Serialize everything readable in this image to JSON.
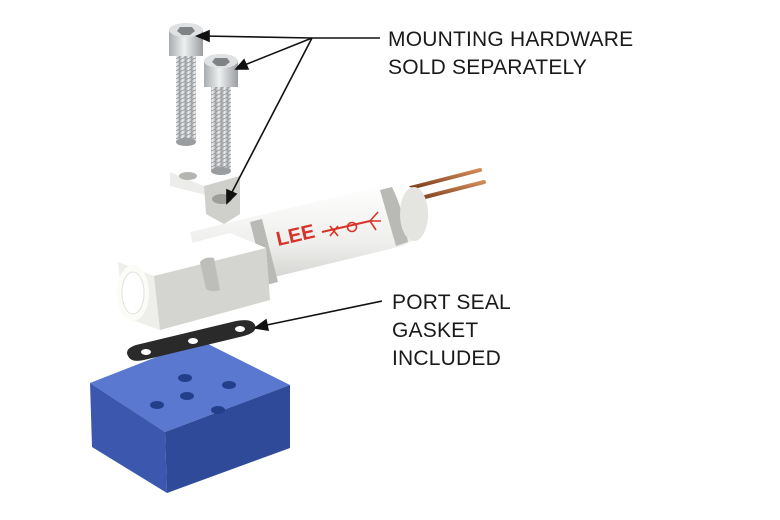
{
  "callouts": {
    "mounting_hardware": [
      "MOUNTING HARDWARE",
      "SOLD SEPARATELY"
    ],
    "port_seal": [
      "PORT SEAL",
      "GASKET",
      "INCLUDED"
    ]
  },
  "logo_text": "LEE",
  "colors": {
    "manifold_block": "#3f5bb0",
    "valve_body": "#f3f3f1",
    "logo": "#d8332a",
    "leads": "#a0522d",
    "gasket": "#2a2a2a",
    "screws": "#c8cacb"
  }
}
